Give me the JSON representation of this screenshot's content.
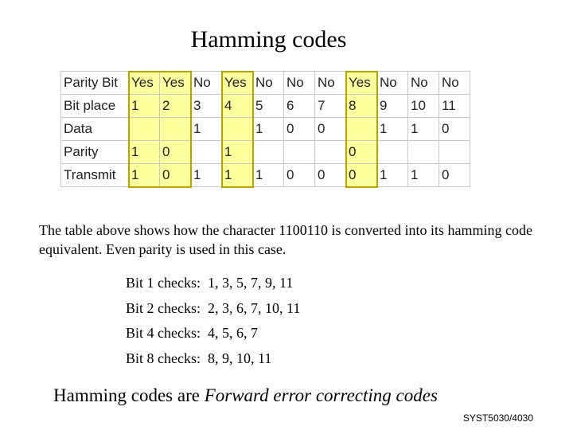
{
  "title": "Hamming codes",
  "table": {
    "rows": [
      {
        "label": "Parity Bit",
        "cells": [
          "Yes",
          "Yes",
          "No",
          "Yes",
          "No",
          "No",
          "No",
          "Yes",
          "No",
          "No",
          "No"
        ]
      },
      {
        "label": "Bit place",
        "cells": [
          "1",
          "2",
          "3",
          "4",
          "5",
          "6",
          "7",
          "8",
          "9",
          "10",
          "11"
        ]
      },
      {
        "label": "Data",
        "cells": [
          "",
          "",
          "1",
          "",
          "1",
          "0",
          "0",
          "",
          "1",
          "1",
          "0"
        ]
      },
      {
        "label": "Parity",
        "cells": [
          "1",
          "0",
          "",
          "1",
          "",
          "",
          "",
          "0",
          "",
          "",
          ""
        ]
      },
      {
        "label": "Transmit",
        "cells": [
          "1",
          "0",
          "1",
          "1",
          "1",
          "0",
          "0",
          "0",
          "1",
          "1",
          "0"
        ]
      }
    ],
    "highlight_color": "#ffff9e"
  },
  "description": "The table above shows how the character 1100110 is converted into its hamming code equivalent.  Even parity is used in this case.",
  "checks": [
    {
      "label": "Bit 1 checks:",
      "bits": "1, 3, 5, 7, 9, 11"
    },
    {
      "label": "Bit 2 checks:",
      "bits": "2, 3, 6, 7, 10, 11"
    },
    {
      "label": "Bit 4 checks:",
      "bits": "4, 5, 6, 7"
    },
    {
      "label": "Bit 8 checks:",
      "bits": "8, 9, 10, 11"
    }
  ],
  "footer": {
    "prefix": "Hamming codes are ",
    "emphasis": "Forward error correcting codes"
  },
  "slide_code": "SYST5030/4030"
}
